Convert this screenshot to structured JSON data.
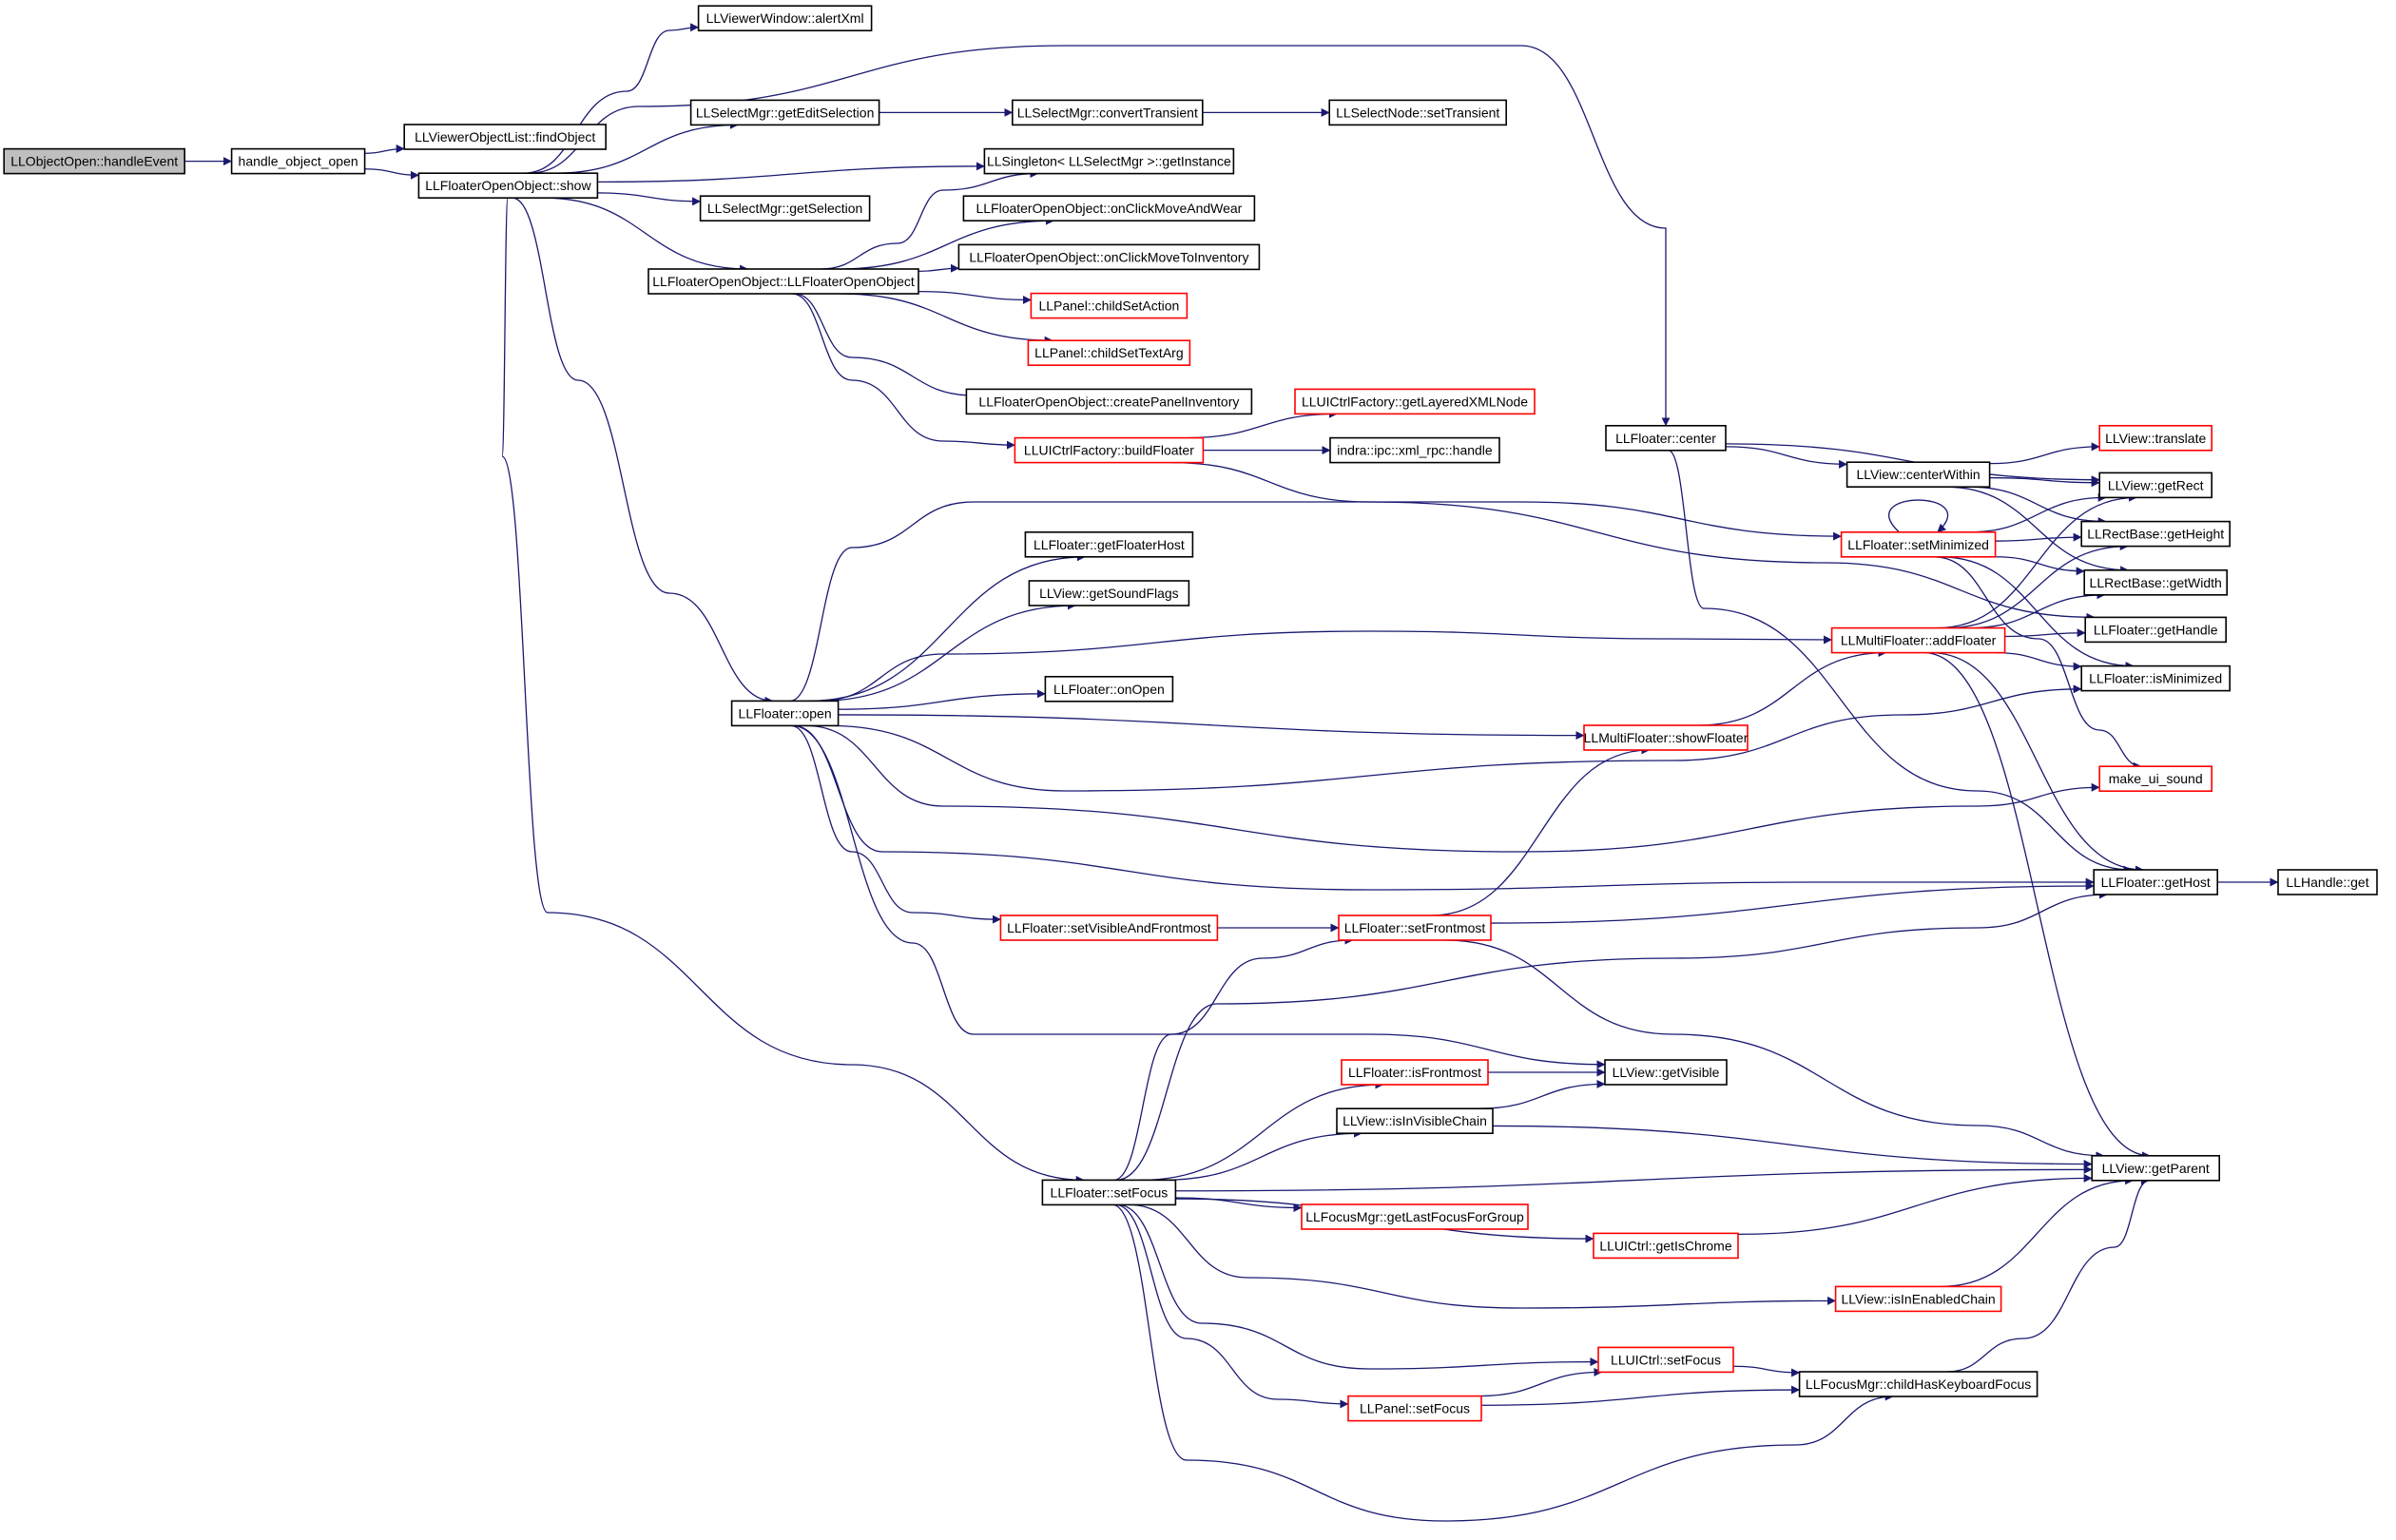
{
  "colors": {
    "edge": "#191970",
    "node_border": "#000000",
    "node_border_red": "#ff0000",
    "root_fill": "#bfbfbf",
    "node_fill": "#ffffff"
  },
  "nodes": [
    {
      "id": "n_handleEvent",
      "label": "LLObjectOpen::handleEvent",
      "style": "root"
    },
    {
      "id": "n_handle_object_open",
      "label": "handle_object_open",
      "style": "black"
    },
    {
      "id": "n_alertXml",
      "label": "LLViewerWindow::alertXml",
      "style": "black"
    },
    {
      "id": "n_findObject",
      "label": "LLViewerObjectList::findObject",
      "style": "black"
    },
    {
      "id": "n_show",
      "label": "LLFloaterOpenObject::show",
      "style": "black"
    },
    {
      "id": "n_getEditSelection",
      "label": "LLSelectMgr::getEditSelection",
      "style": "black"
    },
    {
      "id": "n_convertTransient",
      "label": "LLSelectMgr::convertTransient",
      "style": "black"
    },
    {
      "id": "n_setTransient",
      "label": "LLSelectNode::setTransient",
      "style": "black"
    },
    {
      "id": "n_getInstance",
      "label": "LLSingleton< LLSelectMgr >::getInstance",
      "style": "black"
    },
    {
      "id": "n_getSelection",
      "label": "LLSelectMgr::getSelection",
      "style": "black"
    },
    {
      "id": "n_onClickMoveAndWear",
      "label": "LLFloaterOpenObject::onClickMoveAndWear",
      "style": "black"
    },
    {
      "id": "n_ctor",
      "label": "LLFloaterOpenObject::LLFloaterOpenObject",
      "style": "black"
    },
    {
      "id": "n_onClickMoveToInventory",
      "label": "LLFloaterOpenObject::onClickMoveToInventory",
      "style": "black"
    },
    {
      "id": "n_childSetAction",
      "label": "LLPanel::childSetAction",
      "style": "red"
    },
    {
      "id": "n_childSetTextArg",
      "label": "LLPanel::childSetTextArg",
      "style": "red"
    },
    {
      "id": "n_createPanelInventory",
      "label": "LLFloaterOpenObject::createPanelInventory",
      "style": "black"
    },
    {
      "id": "n_getLayeredXMLNode",
      "label": "LLUICtrlFactory::getLayeredXMLNode",
      "style": "red"
    },
    {
      "id": "n_buildFloater",
      "label": "LLUICtrlFactory::buildFloater",
      "style": "red"
    },
    {
      "id": "n_xmlrpc_handle",
      "label": "indra::ipc::xml_rpc::handle",
      "style": "black"
    },
    {
      "id": "n_center",
      "label": "LLFloater::center",
      "style": "black"
    },
    {
      "id": "n_translate",
      "label": "LLView::translate",
      "style": "red"
    },
    {
      "id": "n_centerWithin",
      "label": "LLView::centerWithin",
      "style": "black"
    },
    {
      "id": "n_getRect",
      "label": "LLView::getRect",
      "style": "black"
    },
    {
      "id": "n_setMinimized",
      "label": "LLFloater::setMinimized",
      "style": "red"
    },
    {
      "id": "n_getHeight",
      "label": "LLRectBase::getHeight",
      "style": "black"
    },
    {
      "id": "n_getWidth",
      "label": "LLRectBase::getWidth",
      "style": "black"
    },
    {
      "id": "n_getFloaterHost",
      "label": "LLFloater::getFloaterHost",
      "style": "black"
    },
    {
      "id": "n_getSoundFlags",
      "label": "LLView::getSoundFlags",
      "style": "black"
    },
    {
      "id": "n_addFloater",
      "label": "LLMultiFloater::addFloater",
      "style": "red"
    },
    {
      "id": "n_getHandle",
      "label": "LLFloater::getHandle",
      "style": "black"
    },
    {
      "id": "n_isMinimized",
      "label": "LLFloater::isMinimized",
      "style": "black"
    },
    {
      "id": "n_onOpen",
      "label": "LLFloater::onOpen",
      "style": "black"
    },
    {
      "id": "n_open",
      "label": "LLFloater::open",
      "style": "black"
    },
    {
      "id": "n_showFloater",
      "label": "LLMultiFloater::showFloater",
      "style": "red"
    },
    {
      "id": "n_make_ui_sound",
      "label": "make_ui_sound",
      "style": "red"
    },
    {
      "id": "n_getHost",
      "label": "LLFloater::getHost",
      "style": "black"
    },
    {
      "id": "n_LLHandle_get",
      "label": "LLHandle::get",
      "style": "black"
    },
    {
      "id": "n_setVisibleAndFrontmost",
      "label": "LLFloater::setVisibleAndFrontmost",
      "style": "red"
    },
    {
      "id": "n_setFrontmost",
      "label": "LLFloater::setFrontmost",
      "style": "red"
    },
    {
      "id": "n_getVisible",
      "label": "LLView::getVisible",
      "style": "black"
    },
    {
      "id": "n_isFrontmost",
      "label": "LLFloater::isFrontmost",
      "style": "red"
    },
    {
      "id": "n_isInVisibleChain",
      "label": "LLView::isInVisibleChain",
      "style": "black"
    },
    {
      "id": "n_getParent",
      "label": "LLView::getParent",
      "style": "black"
    },
    {
      "id": "n_setFocus",
      "label": "LLFloater::setFocus",
      "style": "black"
    },
    {
      "id": "n_getLastFocusForGroup",
      "label": "LLFocusMgr::getLastFocusForGroup",
      "style": "red"
    },
    {
      "id": "n_getIsChrome",
      "label": "LLUICtrl::getIsChrome",
      "style": "red"
    },
    {
      "id": "n_isInEnabledChain",
      "label": "LLView::isInEnabledChain",
      "style": "red"
    },
    {
      "id": "n_uictrl_setFocus",
      "label": "LLUICtrl::setFocus",
      "style": "red"
    },
    {
      "id": "n_childHasKeyboardFocus",
      "label": "LLFocusMgr::childHasKeyboardFocus",
      "style": "black"
    },
    {
      "id": "n_panel_setFocus",
      "label": "LLPanel::setFocus",
      "style": "red"
    }
  ],
  "edges": [
    [
      "n_handleEvent",
      "n_handle_object_open"
    ],
    [
      "n_handle_object_open",
      "n_findObject"
    ],
    [
      "n_handle_object_open",
      "n_show"
    ],
    [
      "n_show",
      "n_alertXml"
    ],
    [
      "n_show",
      "n_getEditSelection"
    ],
    [
      "n_show",
      "n_center"
    ],
    [
      "n_show",
      "n_getInstance"
    ],
    [
      "n_show",
      "n_getSelection"
    ],
    [
      "n_show",
      "n_ctor"
    ],
    [
      "n_show",
      "n_open"
    ],
    [
      "n_show",
      "n_setFocus"
    ],
    [
      "n_getEditSelection",
      "n_convertTransient"
    ],
    [
      "n_convertTransient",
      "n_setTransient"
    ],
    [
      "n_ctor",
      "n_getInstance"
    ],
    [
      "n_ctor",
      "n_onClickMoveAndWear"
    ],
    [
      "n_ctor",
      "n_onClickMoveToInventory"
    ],
    [
      "n_ctor",
      "n_childSetAction"
    ],
    [
      "n_ctor",
      "n_childSetTextArg"
    ],
    [
      "n_ctor",
      "n_createPanelInventory"
    ],
    [
      "n_ctor",
      "n_buildFloater"
    ],
    [
      "n_buildFloater",
      "n_getLayeredXMLNode"
    ],
    [
      "n_buildFloater",
      "n_xmlrpc_handle"
    ],
    [
      "n_buildFloater",
      "n_getHandle"
    ],
    [
      "n_center",
      "n_centerWithin"
    ],
    [
      "n_center",
      "n_getRect"
    ],
    [
      "n_center",
      "n_getHost"
    ],
    [
      "n_centerWithin",
      "n_translate"
    ],
    [
      "n_centerWithin",
      "n_getRect"
    ],
    [
      "n_centerWithin",
      "n_getHeight"
    ],
    [
      "n_centerWithin",
      "n_getWidth"
    ],
    [
      "n_setMinimized",
      "n_setMinimized"
    ],
    [
      "n_setMinimized",
      "n_getRect"
    ],
    [
      "n_setMinimized",
      "n_getHeight"
    ],
    [
      "n_setMinimized",
      "n_getWidth"
    ],
    [
      "n_setMinimized",
      "n_isMinimized"
    ],
    [
      "n_setMinimized",
      "n_make_ui_sound"
    ],
    [
      "n_addFloater",
      "n_getRect"
    ],
    [
      "n_addFloater",
      "n_getHeight"
    ],
    [
      "n_addFloater",
      "n_getWidth"
    ],
    [
      "n_addFloater",
      "n_getHandle"
    ],
    [
      "n_addFloater",
      "n_isMinimized"
    ],
    [
      "n_addFloater",
      "n_getHost"
    ],
    [
      "n_addFloater",
      "n_getParent"
    ],
    [
      "n_open",
      "n_getFloaterHost"
    ],
    [
      "n_open",
      "n_getSoundFlags"
    ],
    [
      "n_open",
      "n_setMinimized"
    ],
    [
      "n_open",
      "n_addFloater"
    ],
    [
      "n_open",
      "n_onOpen"
    ],
    [
      "n_open",
      "n_showFloater"
    ],
    [
      "n_open",
      "n_isMinimized"
    ],
    [
      "n_open",
      "n_make_ui_sound"
    ],
    [
      "n_open",
      "n_getHost"
    ],
    [
      "n_open",
      "n_setVisibleAndFrontmost"
    ],
    [
      "n_open",
      "n_getVisible"
    ],
    [
      "n_showFloater",
      "n_addFloater"
    ],
    [
      "n_getHost",
      "n_LLHandle_get"
    ],
    [
      "n_setVisibleAndFrontmost",
      "n_setFrontmost"
    ],
    [
      "n_setFrontmost",
      "n_showFloater"
    ],
    [
      "n_setFrontmost",
      "n_getHost"
    ],
    [
      "n_setFrontmost",
      "n_getParent"
    ],
    [
      "n_isFrontmost",
      "n_getVisible"
    ],
    [
      "n_isInVisibleChain",
      "n_getVisible"
    ],
    [
      "n_isInVisibleChain",
      "n_getParent"
    ],
    [
      "n_setFocus",
      "n_setFrontmost"
    ],
    [
      "n_setFocus",
      "n_getHost"
    ],
    [
      "n_setFocus",
      "n_isFrontmost"
    ],
    [
      "n_setFocus",
      "n_isInVisibleChain"
    ],
    [
      "n_setFocus",
      "n_getParent"
    ],
    [
      "n_setFocus",
      "n_getLastFocusForGroup"
    ],
    [
      "n_setFocus",
      "n_getIsChrome"
    ],
    [
      "n_setFocus",
      "n_isInEnabledChain"
    ],
    [
      "n_setFocus",
      "n_uictrl_setFocus"
    ],
    [
      "n_setFocus",
      "n_panel_setFocus"
    ],
    [
      "n_setFocus",
      "n_childHasKeyboardFocus"
    ],
    [
      "n_getIsChrome",
      "n_getParent"
    ],
    [
      "n_isInEnabledChain",
      "n_getParent"
    ],
    [
      "n_uictrl_setFocus",
      "n_childHasKeyboardFocus"
    ],
    [
      "n_panel_setFocus",
      "n_uictrl_setFocus"
    ],
    [
      "n_panel_setFocus",
      "n_childHasKeyboardFocus"
    ],
    [
      "n_childHasKeyboardFocus",
      "n_getParent"
    ]
  ]
}
